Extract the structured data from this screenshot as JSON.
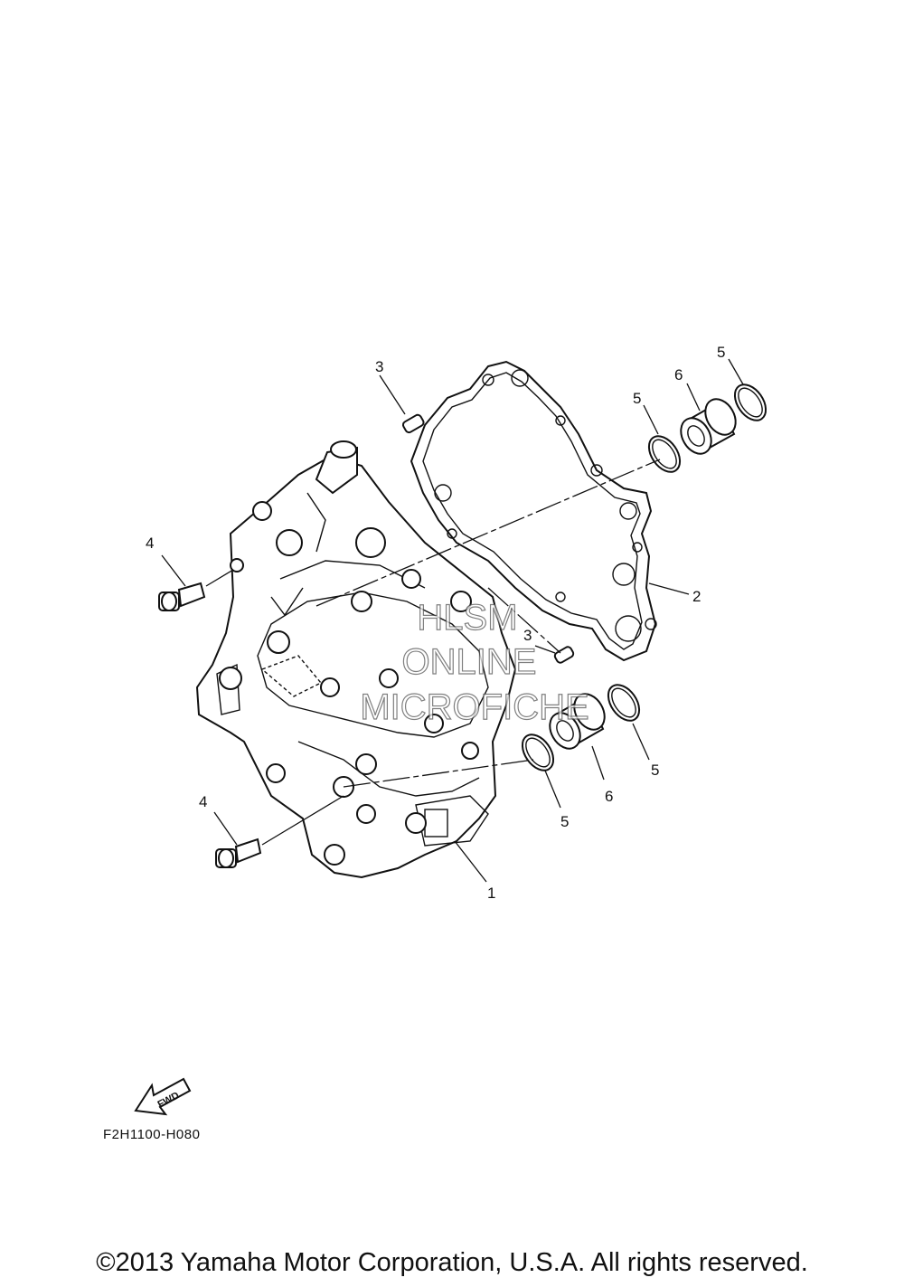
{
  "diagram": {
    "callouts": [
      {
        "id": "c3a",
        "text": "3"
      },
      {
        "id": "c3b",
        "text": "3"
      },
      {
        "id": "c5a",
        "text": "5"
      },
      {
        "id": "c5b",
        "text": "5"
      },
      {
        "id": "c5c",
        "text": "5"
      },
      {
        "id": "c5d",
        "text": "5"
      },
      {
        "id": "c6a",
        "text": "6"
      },
      {
        "id": "c6b",
        "text": "6"
      },
      {
        "id": "c4a",
        "text": "4"
      },
      {
        "id": "c4b",
        "text": "4"
      },
      {
        "id": "c2",
        "text": "2"
      },
      {
        "id": "c1",
        "text": "1"
      }
    ],
    "fwd_label": "FWD",
    "code": "F2H1100-H080",
    "watermark": [
      "HLSM",
      "ONLINE",
      "MICROFICHE"
    ]
  },
  "footer": {
    "copyright": "©2013 Yamaha Motor Corporation, U.S.A. All rights reserved."
  }
}
